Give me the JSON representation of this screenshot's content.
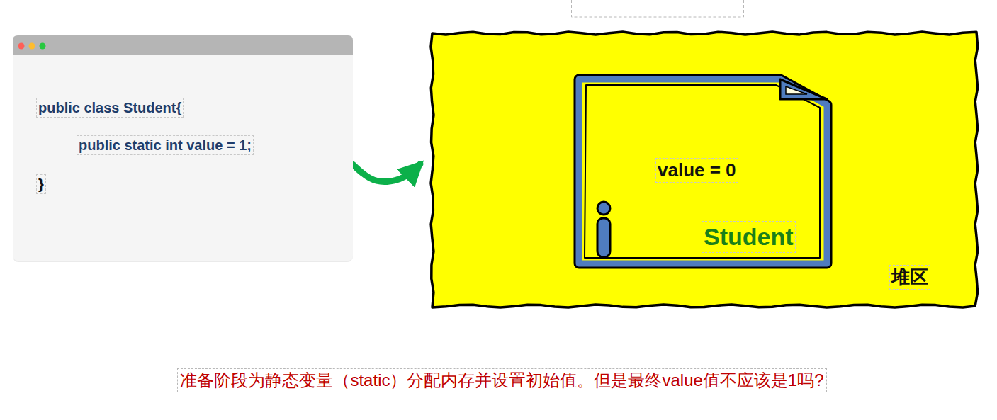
{
  "diagram": {
    "caption": "准备阶段为静态变量（static）分配内存并设置初始值。但是最终value值不应该是1吗?",
    "nodes": [
      {
        "text": [
          "public class Student{",
          "public static int value = 1;",
          "}"
        ]
      },
      {
        "text": [
          "堆区"
        ]
      },
      {
        "text": [
          "value = 0",
          "Student"
        ],
        "in": 1
      }
    ],
    "edges": [
      {
        "from": 0,
        "to": 1,
        "arrow": "to"
      }
    ]
  }
}
